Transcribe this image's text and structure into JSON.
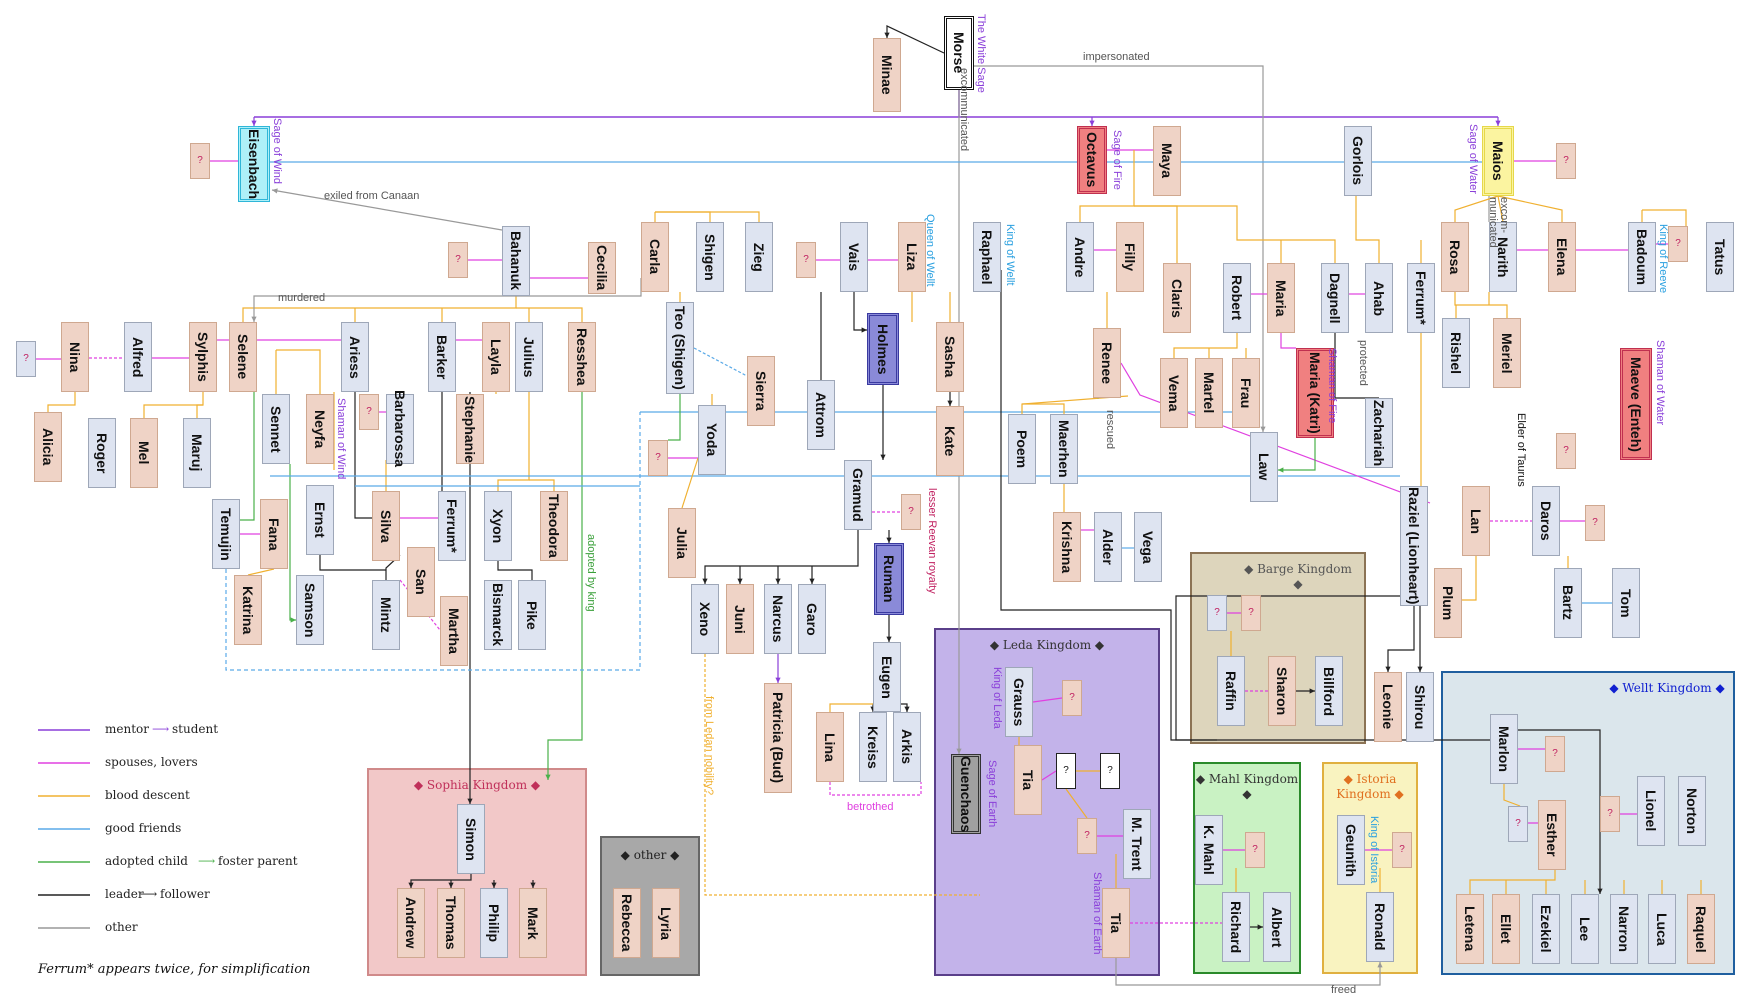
{
  "colors": {
    "mentor": "#8a3fd9",
    "spouse": "#e040e0",
    "blood": "#f0b030",
    "friends": "#5aaae8",
    "adopted": "#4ab04a",
    "leader": "#222222",
    "other": "#999999",
    "male_fill": "#dee4f1",
    "female_fill": "#efd3c6"
  },
  "regions": [
    {
      "id": "sophia",
      "title": "Sophia Kingdom",
      "title_color": "#c0305a",
      "bg": "#f2c8c8",
      "border": "#d08a8a",
      "icon": "diamond-icon"
    },
    {
      "id": "other",
      "title": "other",
      "title_color": "#222222",
      "bg": "#a8a8a8",
      "border": "#666666",
      "icon": "diamond-icon"
    },
    {
      "id": "leda",
      "title": "Leda Kingdom",
      "title_color": "#333333",
      "bg": "#c3b3ea",
      "border": "#5a3f8a",
      "icon": "diamond-icon"
    },
    {
      "id": "barge",
      "title": "Barge Kingdom",
      "title_color": "#555555",
      "bg": "#ddd5bc",
      "border": "#8b7355",
      "icon": "diamond-icon"
    },
    {
      "id": "mahl",
      "title": "Mahl Kingdom",
      "title_color": "#333333",
      "bg": "#c9f2c3",
      "border": "#2a8a2a",
      "icon": "diamond-icon"
    },
    {
      "id": "istoria",
      "title": "Istoria Kingdom",
      "title_color": "#e07020",
      "bg": "#f9f3c0",
      "border": "#e0b040",
      "icon": "diamond-icon"
    },
    {
      "id": "wellt",
      "title": "Wellt Kingdom",
      "title_color": "#1020d0",
      "bg": "#dbe6ec",
      "border": "#1f5f9f",
      "icon": "diamond-icon"
    }
  ],
  "people": [
    {
      "id": "morse",
      "name": "Morse",
      "style": "morse"
    },
    {
      "id": "minae",
      "name": "Minae",
      "style": "f"
    },
    {
      "id": "eisenbach",
      "name": "Eisenbach",
      "style": "wind"
    },
    {
      "id": "octavus",
      "name": "Octavus",
      "style": "fire"
    },
    {
      "id": "maya",
      "name": "Maya",
      "style": "f"
    },
    {
      "id": "gorlois",
      "name": "Gorlois",
      "style": "m"
    },
    {
      "id": "maios",
      "name": "Maios",
      "style": "water"
    },
    {
      "id": "q_eisen",
      "name": "?",
      "style": "fq"
    },
    {
      "id": "q_maios",
      "name": "?",
      "style": "fq"
    },
    {
      "id": "bahanuk",
      "name": "Bahanuk",
      "style": "m"
    },
    {
      "id": "q_bahanuk",
      "name": "?",
      "style": "fq"
    },
    {
      "id": "cecilia",
      "name": "Cecilia",
      "style": "f"
    },
    {
      "id": "carla",
      "name": "Carla",
      "style": "f"
    },
    {
      "id": "shigen",
      "name": "Shigen",
      "style": "m"
    },
    {
      "id": "zieg",
      "name": "Zieg",
      "style": "m"
    },
    {
      "id": "q_vais",
      "name": "?",
      "style": "fq"
    },
    {
      "id": "vais",
      "name": "Vais",
      "style": "m"
    },
    {
      "id": "liza",
      "name": "Liza",
      "style": "f"
    },
    {
      "id": "raphael",
      "name": "Raphael",
      "style": "m"
    },
    {
      "id": "andre",
      "name": "Andre",
      "style": "m"
    },
    {
      "id": "filly",
      "name": "Filly",
      "style": "f"
    },
    {
      "id": "claris",
      "name": "Claris",
      "style": "f"
    },
    {
      "id": "robert",
      "name": "Robert",
      "style": "m"
    },
    {
      "id": "maria",
      "name": "Maria",
      "style": "f"
    },
    {
      "id": "dagnell",
      "name": "Dagnell",
      "style": "m"
    },
    {
      "id": "ahab",
      "name": "Ahab",
      "style": "m"
    },
    {
      "id": "ferrum_r",
      "name": "Ferrum*",
      "style": "m"
    },
    {
      "id": "rosa",
      "name": "Rosa",
      "style": "f"
    },
    {
      "id": "narith",
      "name": "Narith",
      "style": "m"
    },
    {
      "id": "elena",
      "name": "Elena",
      "style": "f"
    },
    {
      "id": "badoum",
      "name": "Badoum",
      "style": "m"
    },
    {
      "id": "q_badoum",
      "name": "?",
      "style": "fq"
    },
    {
      "id": "tatus",
      "name": "Tatus",
      "style": "m"
    },
    {
      "id": "q_nina",
      "name": "?",
      "style": "mq"
    },
    {
      "id": "nina",
      "name": "Nina",
      "style": "f"
    },
    {
      "id": "alicia",
      "name": "Alicia",
      "style": "f"
    },
    {
      "id": "alfred",
      "name": "Alfred",
      "style": "m"
    },
    {
      "id": "roger",
      "name": "Roger",
      "style": "m"
    },
    {
      "id": "mel",
      "name": "Mel",
      "style": "f"
    },
    {
      "id": "maruj",
      "name": "Maruj",
      "style": "m"
    },
    {
      "id": "sylphis",
      "name": "Sylphis",
      "style": "f"
    },
    {
      "id": "selene",
      "name": "Selene",
      "style": "f"
    },
    {
      "id": "ariess",
      "name": "Ariess",
      "style": "m"
    },
    {
      "id": "barker",
      "name": "Barker",
      "style": "m"
    },
    {
      "id": "layla",
      "name": "Layla",
      "style": "f"
    },
    {
      "id": "julius",
      "name": "Julius",
      "style": "m"
    },
    {
      "id": "resshea",
      "name": "Resshea",
      "style": "f"
    },
    {
      "id": "sennet",
      "name": "Sennet",
      "style": "m"
    },
    {
      "id": "neyfa",
      "name": "Neyfa",
      "style": "f"
    },
    {
      "id": "q_barb",
      "name": "?",
      "style": "fq"
    },
    {
      "id": "barbarossa",
      "name": "Barbarossa",
      "style": "m"
    },
    {
      "id": "stephanie",
      "name": "Stephanie",
      "style": "f"
    },
    {
      "id": "temujin",
      "name": "Temujin",
      "style": "m"
    },
    {
      "id": "fana",
      "name": "Fana",
      "style": "f"
    },
    {
      "id": "ernst",
      "name": "Ernst",
      "style": "m"
    },
    {
      "id": "silva",
      "name": "Silva",
      "style": "f"
    },
    {
      "id": "ferrum_l",
      "name": "Ferrum*",
      "style": "m"
    },
    {
      "id": "san",
      "name": "San",
      "style": "f"
    },
    {
      "id": "xyon",
      "name": "Xyon",
      "style": "m"
    },
    {
      "id": "theodora",
      "name": "Theodora",
      "style": "f"
    },
    {
      "id": "katrina",
      "name": "Katrina",
      "style": "f"
    },
    {
      "id": "samson",
      "name": "Samson",
      "style": "m"
    },
    {
      "id": "mintz",
      "name": "Mintz",
      "style": "m"
    },
    {
      "id": "martha",
      "name": "Martha",
      "style": "f"
    },
    {
      "id": "bismarck",
      "name": "Bismarck",
      "style": "m"
    },
    {
      "id": "pike",
      "name": "Pike",
      "style": "m"
    },
    {
      "id": "teo",
      "name": "Teo (Shigen)",
      "style": "m"
    },
    {
      "id": "sierra",
      "name": "Sierra",
      "style": "f"
    },
    {
      "id": "q_yoda",
      "name": "?",
      "style": "fq"
    },
    {
      "id": "yoda",
      "name": "Yoda",
      "style": "m"
    },
    {
      "id": "julia",
      "name": "Julia",
      "style": "f"
    },
    {
      "id": "holmes",
      "name": "Holmes",
      "style": "blue"
    },
    {
      "id": "attrom",
      "name": "Attrom",
      "style": "m"
    },
    {
      "id": "sasha",
      "name": "Sasha",
      "style": "f"
    },
    {
      "id": "kate",
      "name": "Kate",
      "style": "f"
    },
    {
      "id": "gramud",
      "name": "Gramud",
      "style": "m"
    },
    {
      "id": "q_gramud",
      "name": "?",
      "style": "fq"
    },
    {
      "id": "ruman",
      "name": "Ruman",
      "style": "blue"
    },
    {
      "id": "xeno",
      "name": "Xeno",
      "style": "m"
    },
    {
      "id": "juni",
      "name": "Juni",
      "style": "f"
    },
    {
      "id": "narcus",
      "name": "Narcus",
      "style": "m"
    },
    {
      "id": "garo",
      "name": "Garo",
      "style": "m"
    },
    {
      "id": "patricia",
      "name": "Patricia (Bud)",
      "style": "f"
    },
    {
      "id": "eugen",
      "name": "Eugen",
      "style": "m"
    },
    {
      "id": "lina",
      "name": "Lina",
      "style": "f"
    },
    {
      "id": "kreiss",
      "name": "Kreiss",
      "style": "m"
    },
    {
      "id": "arkis",
      "name": "Arkis",
      "style": "m"
    },
    {
      "id": "renee",
      "name": "Renee",
      "style": "f"
    },
    {
      "id": "vema",
      "name": "Vema",
      "style": "f"
    },
    {
      "id": "martel",
      "name": "Martel",
      "style": "f"
    },
    {
      "id": "frau",
      "name": "Frau",
      "style": "f"
    },
    {
      "id": "poem",
      "name": "Poem",
      "style": "m"
    },
    {
      "id": "maerhen",
      "name": "Maerhen",
      "style": "m"
    },
    {
      "id": "krishna",
      "name": "Krishna",
      "style": "f"
    },
    {
      "id": "alder",
      "name": "Alder",
      "style": "m"
    },
    {
      "id": "vega",
      "name": "Vega",
      "style": "m"
    },
    {
      "id": "law",
      "name": "Law",
      "style": "m"
    },
    {
      "id": "maria_k",
      "name": "Maria (Katri)",
      "style": "fire"
    },
    {
      "id": "zachariah",
      "name": "Zachariah",
      "style": "m"
    },
    {
      "id": "rishel",
      "name": "Rishel",
      "style": "m"
    },
    {
      "id": "meriel",
      "name": "Meriel",
      "style": "f"
    },
    {
      "id": "maeve",
      "name": "Maeve (Enteh)",
      "style": "fire"
    },
    {
      "id": "daros",
      "name": "Daros",
      "style": "m"
    },
    {
      "id": "q_daros",
      "name": "?",
      "style": "fq"
    },
    {
      "id": "q_taurus",
      "name": "?",
      "style": "fq"
    },
    {
      "id": "raziel",
      "name": "Raziel (Lionheart)",
      "style": "m"
    },
    {
      "id": "lan",
      "name": "Lan",
      "style": "f"
    },
    {
      "id": "plum",
      "name": "Plum",
      "style": "f"
    },
    {
      "id": "bartz",
      "name": "Bartz",
      "style": "m"
    },
    {
      "id": "tom",
      "name": "Tom",
      "style": "m"
    },
    {
      "id": "leonie",
      "name": "Leonie",
      "style": "f"
    },
    {
      "id": "shirou",
      "name": "Shirou",
      "style": "m"
    },
    {
      "id": "simon",
      "name": "Simon",
      "style": "m"
    },
    {
      "id": "andrew",
      "name": "Andrew",
      "style": "f"
    },
    {
      "id": "thomas",
      "name": "Thomas",
      "style": "f"
    },
    {
      "id": "philip",
      "name": "Philip",
      "style": "m"
    },
    {
      "id": "mark",
      "name": "Mark",
      "style": "f"
    },
    {
      "id": "rebecca",
      "name": "Rebecca",
      "style": "f"
    },
    {
      "id": "lyria",
      "name": "Lyria",
      "style": "f"
    },
    {
      "id": "grauss",
      "name": "Grauss",
      "style": "m"
    },
    {
      "id": "q_grauss",
      "name": "?",
      "style": "fq"
    },
    {
      "id": "tia",
      "name": "Tia",
      "style": "f"
    },
    {
      "id": "q_tia1",
      "name": "?",
      "style": "wq"
    },
    {
      "id": "q_tia2",
      "name": "?",
      "style": "wq"
    },
    {
      "id": "guenchaos",
      "name": "Guenchaos",
      "style": "gray"
    },
    {
      "id": "q_trent",
      "name": "?",
      "style": "fq"
    },
    {
      "id": "m_trent",
      "name": "M. Trent",
      "style": "m"
    },
    {
      "id": "tia2",
      "name": "Tia",
      "style": "f"
    },
    {
      "id": "q_barge1",
      "name": "?",
      "style": "mq"
    },
    {
      "id": "q_barge2",
      "name": "?",
      "style": "fq"
    },
    {
      "id": "raffin",
      "name": "Raffin",
      "style": "m"
    },
    {
      "id": "sharon",
      "name": "Sharon",
      "style": "f"
    },
    {
      "id": "billford",
      "name": "Billford",
      "style": "m"
    },
    {
      "id": "k_mahl",
      "name": "K. Mahl",
      "style": "m"
    },
    {
      "id": "q_mahl",
      "name": "?",
      "style": "fq"
    },
    {
      "id": "richard",
      "name": "Richard",
      "style": "m"
    },
    {
      "id": "albert",
      "name": "Albert",
      "style": "m"
    },
    {
      "id": "geunith",
      "name": "Geunith",
      "style": "m"
    },
    {
      "id": "q_geunith",
      "name": "?",
      "style": "fq"
    },
    {
      "id": "ronald",
      "name": "Ronald",
      "style": "m"
    },
    {
      "id": "marlon",
      "name": "Marlon",
      "style": "m"
    },
    {
      "id": "q_marlon",
      "name": "?",
      "style": "fq"
    },
    {
      "id": "q_wellt",
      "name": "?",
      "style": "mq"
    },
    {
      "id": "esther",
      "name": "Esther",
      "style": "f"
    },
    {
      "id": "q_lionel",
      "name": "?",
      "style": "fq"
    },
    {
      "id": "lionel",
      "name": "Lionel",
      "style": "m"
    },
    {
      "id": "norton",
      "name": "Norton",
      "style": "m"
    },
    {
      "id": "letena",
      "name": "Letena",
      "style": "f"
    },
    {
      "id": "ellet",
      "name": "Ellet",
      "style": "f"
    },
    {
      "id": "ezekiel",
      "name": "Ezekiel",
      "style": "m"
    },
    {
      "id": "lee",
      "name": "Lee",
      "style": "m"
    },
    {
      "id": "narron",
      "name": "Narron",
      "style": "m"
    },
    {
      "id": "luca",
      "name": "Luca",
      "style": "m"
    },
    {
      "id": "raquel",
      "name": "Raquel",
      "style": "f"
    }
  ],
  "notes": [
    {
      "text": "The White Sage",
      "color": "#8a3fd9"
    },
    {
      "text": "impersonated",
      "color": "#555555"
    },
    {
      "text": "excommunicated",
      "color": "#555555"
    },
    {
      "text": "Sage of Wind",
      "color": "#8a3fd9"
    },
    {
      "text": "Sage of Fire",
      "color": "#8a3fd9"
    },
    {
      "text": "Sage of Water",
      "color": "#8a3fd9"
    },
    {
      "text": "excom-\nmunicated",
      "color": "#555555"
    },
    {
      "text": "exiled from Canaan",
      "color": "#555555"
    },
    {
      "text": "murdered",
      "color": "#555555"
    },
    {
      "text": "Queen of Wellt",
      "color": "#2aa0e0"
    },
    {
      "text": "King of Wellt",
      "color": "#2aa0e0"
    },
    {
      "text": "King of Reeve",
      "color": "#2aa0e0"
    },
    {
      "text": "Shaman of Wind",
      "color": "#8a3fd9"
    },
    {
      "text": "Shaman of Fire",
      "color": "#8a3fd9"
    },
    {
      "text": "Shaman of Water",
      "color": "#8a3fd9"
    },
    {
      "text": "protected",
      "color": "#555555"
    },
    {
      "text": "rescued",
      "color": "#555555"
    },
    {
      "text": "Elder of Taurus",
      "color": "#111111"
    },
    {
      "text": "lesser Reevan royalty",
      "color": "#c02060"
    },
    {
      "text": "adopted by king",
      "color": "#3aa03a"
    },
    {
      "text": "betrothed",
      "color": "#e040e0"
    },
    {
      "text": "from Ledan nobility?",
      "color": "#f0b030"
    },
    {
      "text": "King of Leda",
      "color": "#8a3fd9"
    },
    {
      "text": "Sage of Earth",
      "color": "#8a3fd9"
    },
    {
      "text": "Shaman of Earth",
      "color": "#8a3fd9"
    },
    {
      "text": "King of Istoria",
      "color": "#2aa0e0"
    },
    {
      "text": "freed",
      "color": "#555555"
    }
  ],
  "legend": [
    {
      "label": "mentor",
      "arrow_label": "student",
      "key": "mentor"
    },
    {
      "label": "spouses, lovers",
      "arrow_label": "",
      "key": "spouse"
    },
    {
      "label": "blood descent",
      "arrow_label": "",
      "key": "blood"
    },
    {
      "label": "good friends",
      "arrow_label": "",
      "key": "friends"
    },
    {
      "label": "adopted child",
      "arrow_label": "foster parent",
      "key": "adopted"
    },
    {
      "label": "leader",
      "arrow_label": "follower",
      "key": "leader"
    },
    {
      "label": "other",
      "arrow_label": "",
      "key": "other"
    }
  ],
  "footnote": "Ferrum* appears twice, for simplification"
}
